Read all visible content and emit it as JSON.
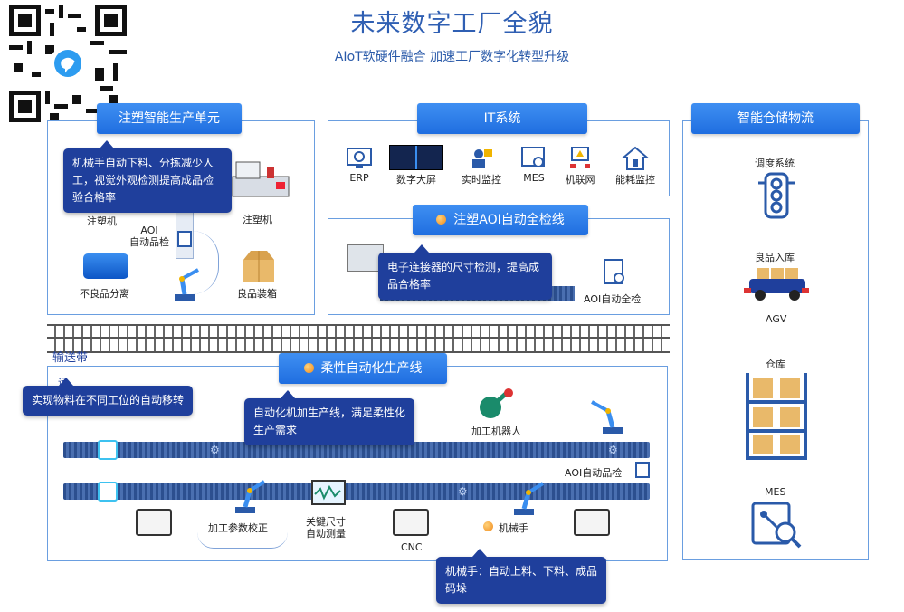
{
  "title": "未来数字工厂全貌",
  "subtitle": "AIoT软硬件融合 加速工厂数字化转型升级",
  "injection_unit": {
    "tag": "注塑智能生产单元",
    "callout": "机械手自动下料、分拣减少人工，视觉外观检测提高成品检验合格率",
    "labels": {
      "molding_left": "注塑机",
      "molding": "注塑机",
      "aoi": "AOI\n自动品检",
      "reject": "不良品分离",
      "box": "良品装箱"
    }
  },
  "it": {
    "tag": "IT系统",
    "items": [
      {
        "label": "ERP",
        "icon": "gear-monitor-icon"
      },
      {
        "label": "数字大屏",
        "icon": "dashboard-icon"
      },
      {
        "label": "实时监控",
        "icon": "monitor-person-icon"
      },
      {
        "label": "MES",
        "icon": "mes-icon"
      },
      {
        "label": "机联网",
        "icon": "network-icon"
      },
      {
        "label": "能耗监控",
        "icon": "house-energy-icon"
      }
    ]
  },
  "aoi_line": {
    "tag": "注塑AOI自动全检线",
    "callout": "电子连接器的尺寸检测，提高成品合格率",
    "label": "AOI自动全检"
  },
  "conveyor": {
    "label": "输送带",
    "callout": "实现物料在不同工位的自动移转",
    "cut_label": "运"
  },
  "flex_line": {
    "tag": "柔性自动化生产线",
    "callout": "自动化机加生产线，满足柔性化生产需求",
    "labels": {
      "robot": "加工机器人",
      "aoi": "AOI自动品检",
      "calib": "加工参数校正",
      "measure": "关键尺寸\n自动测量",
      "cnc": "CNC",
      "arm": "机械手"
    },
    "arm_callout": "机械手：自动上料、下料、成品码垛"
  },
  "warehouse": {
    "tag": "智能仓储物流",
    "items": [
      {
        "label": "调度系统"
      },
      {
        "label": "良品入库"
      },
      {
        "label": "AGV"
      },
      {
        "label": "仓库"
      },
      {
        "label": "MES"
      }
    ]
  }
}
